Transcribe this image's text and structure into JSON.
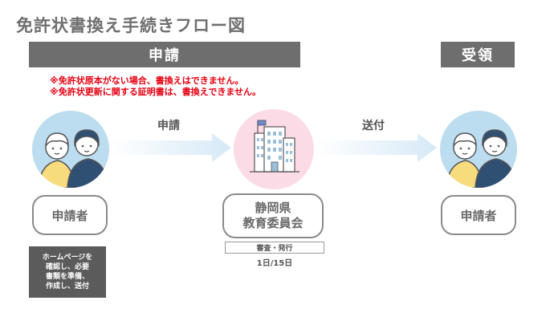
{
  "title": "免許状書換え手続きフロー図",
  "bands": {
    "apply": "申請",
    "receive": "受領"
  },
  "notes": [
    "※免許状原本がない場合、書換えはできません。",
    "※免許状更新に関する証明書は、書換えできません。"
  ],
  "arrows": {
    "apply_label": "申請",
    "send_label": "送付"
  },
  "nodes": {
    "applicant_left": "申請者",
    "board_line1": "静岡県",
    "board_line2": "教育委員会",
    "applicant_right": "申請者"
  },
  "review": "審査・発行",
  "days": "1日/15日",
  "homepage_note": [
    "ホームページを",
    "確認し、必要",
    "書類を準備、",
    "作成し、送付"
  ],
  "colors": {
    "band": "#6e6e6e",
    "note_red": "#e60012",
    "person_circle": "#bcdcef",
    "building_circle": "#fbdbe6",
    "arrow": "#dcecf8"
  }
}
